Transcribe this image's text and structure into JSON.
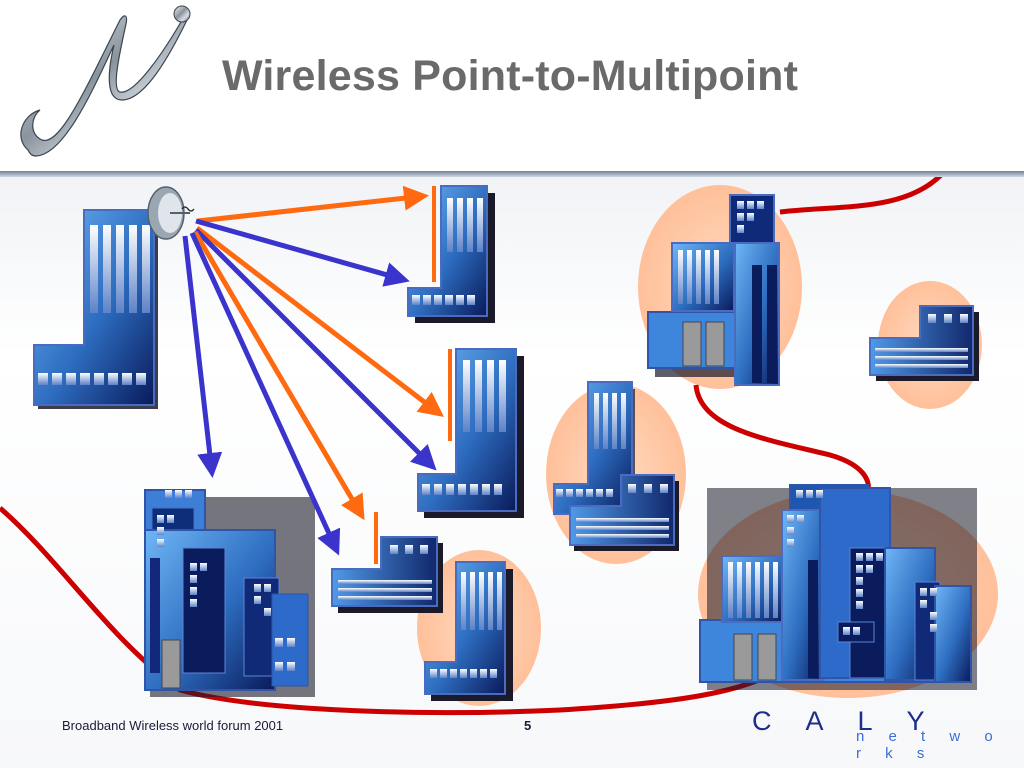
{
  "slide": {
    "title": "Wireless Point-to-Multipoint",
    "footer_text": "Broadband Wireless world forum 2001",
    "page_number": "5",
    "brand_name": "C A L Y",
    "brand_sub": "n e t w o r k s"
  },
  "colors": {
    "title": "#6a6a6a",
    "link_orange": "#ff6a10",
    "link_blue": "#3a33cc",
    "wire_red": "#cc0000",
    "halo": "#ffc7a2",
    "building_light": "#5aa6f0",
    "building_dark": "#0a1a5a",
    "brand": "#1d2e8c"
  },
  "diagram": {
    "hub": "base-station-with-antenna",
    "links": [
      {
        "to": "building-2",
        "color": "orange"
      },
      {
        "to": "building-2",
        "color": "blue"
      },
      {
        "to": "building-3",
        "color": "orange"
      },
      {
        "to": "building-3",
        "color": "blue"
      },
      {
        "to": "building-4",
        "color": "orange"
      },
      {
        "to": "building-4",
        "color": "blue"
      },
      {
        "to": "building-5",
        "color": "blue"
      }
    ]
  }
}
